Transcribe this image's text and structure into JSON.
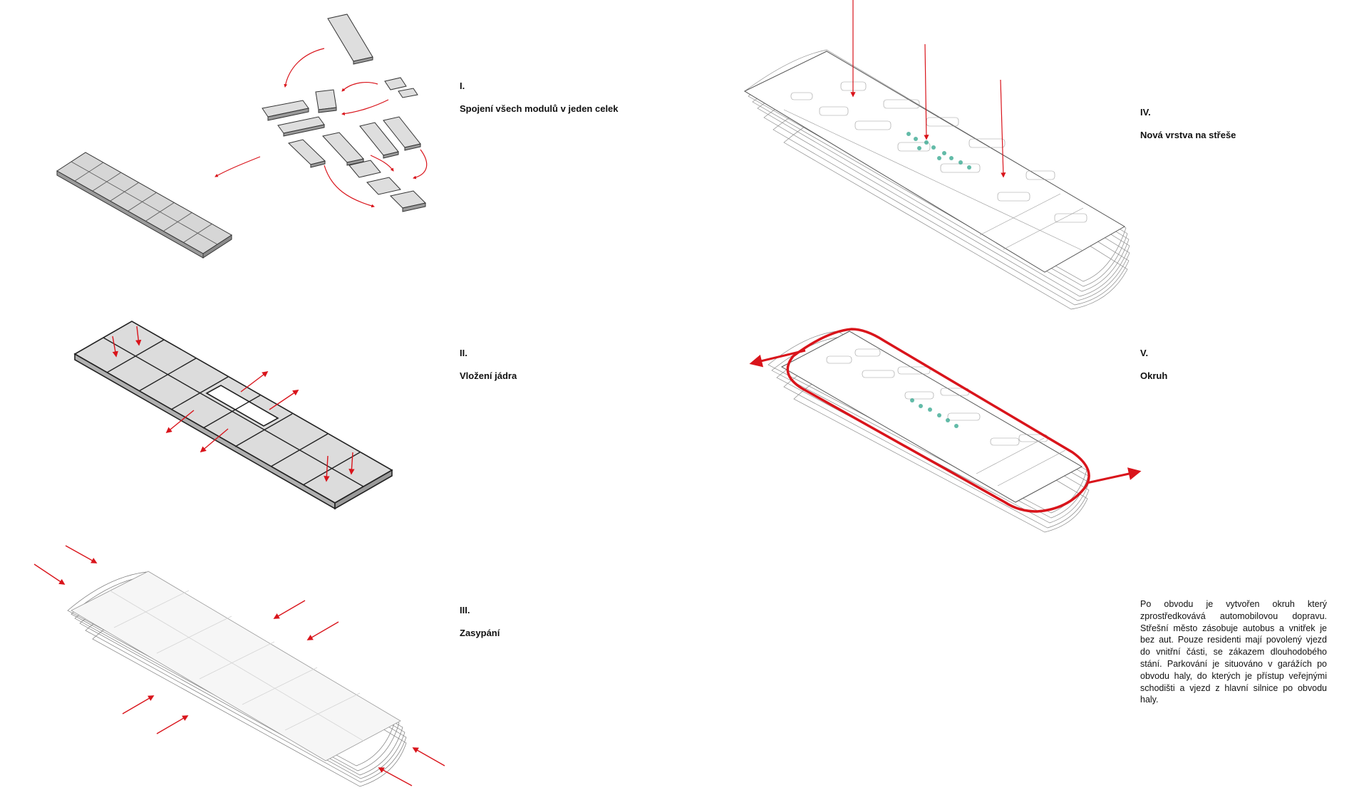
{
  "steps": [
    {
      "numeral": "I.",
      "caption": "Spojení všech modulů v jeden celek"
    },
    {
      "numeral": "II.",
      "caption": "Vložení jádra"
    },
    {
      "numeral": "III.",
      "caption": "Zasypání"
    },
    {
      "numeral": "IV.",
      "caption": "Nová vrstva na střeše"
    },
    {
      "numeral": "V.",
      "caption": "Okruh"
    }
  ],
  "description": "Po obvodu je vytvořen okruh který zprostředkovává automobilovou dopravu. Střešní město zásobuje autobus a vnitřek je bez aut. Pouze residenti mají povolený vjezd do vnitřní části, se zákazem dlouhodobého stání. Parkování je situováno v garážích po obvodu haly, do kterých je přístup veřejnými schodišti a vjezd z hlavní silnice po obvodu haly.",
  "colors": {
    "accent": "#d9141b",
    "module_fill": "#dcdcdc",
    "outline": "#333333",
    "green": "#2fa58c"
  }
}
